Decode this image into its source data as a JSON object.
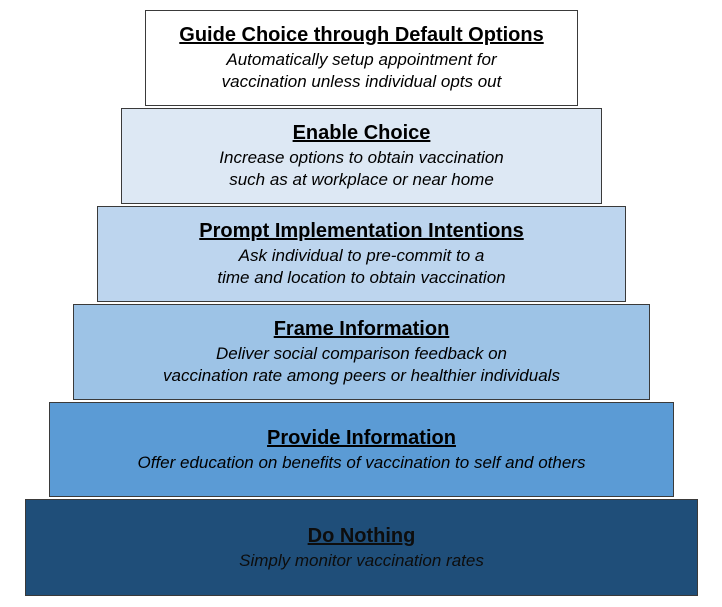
{
  "tiers": [
    {
      "title": "Guide Choice through Default Options",
      "lines": [
        "Automatically setup appointment for",
        "vaccination unless individual opts out"
      ],
      "color": "#ffffff"
    },
    {
      "title": "Enable Choice",
      "lines": [
        "Increase options to obtain vaccination",
        "such as at workplace or near home"
      ],
      "color": "#dde8f4"
    },
    {
      "title": "Prompt Implementation Intentions",
      "lines": [
        "Ask individual to pre-commit to a",
        "time and location to obtain vaccination"
      ],
      "color": "#bdd5ee"
    },
    {
      "title": "Frame Information",
      "lines": [
        "Deliver social comparison feedback on",
        "vaccination rate among peers or healthier individuals"
      ],
      "color": "#9dc3e6"
    },
    {
      "title": "Provide Information",
      "lines": [
        "Offer education on benefits of vaccination to self and others"
      ],
      "color": "#5b9bd5"
    },
    {
      "title": "Do Nothing",
      "lines": [
        "Simply monitor vaccination rates"
      ],
      "color": "#1f4e79"
    }
  ]
}
